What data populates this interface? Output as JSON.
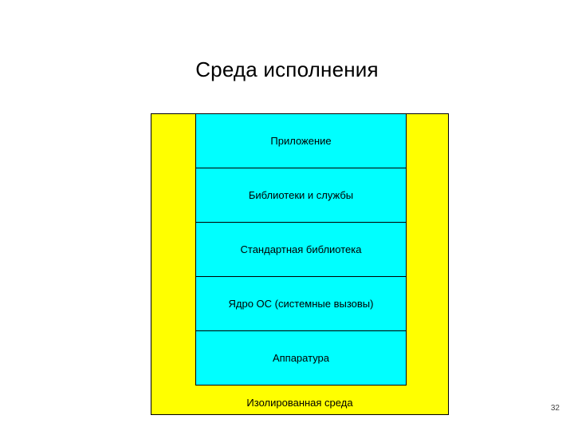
{
  "slide": {
    "title": "Среда исполнения",
    "page_number": "32"
  },
  "diagram": {
    "container_label": "Изолированная среда",
    "layers": [
      {
        "label": "Приложение"
      },
      {
        "label": "Библиотеки и службы"
      },
      {
        "label": "Стандартная библиотека"
      },
      {
        "label": "Ядро ОС (системные вызовы)"
      },
      {
        "label": "Аппаратура"
      }
    ]
  },
  "colors": {
    "container_fill": "#ffff00",
    "layer_fill": "#00ffff",
    "border": "#000000",
    "background": "#ffffff"
  }
}
